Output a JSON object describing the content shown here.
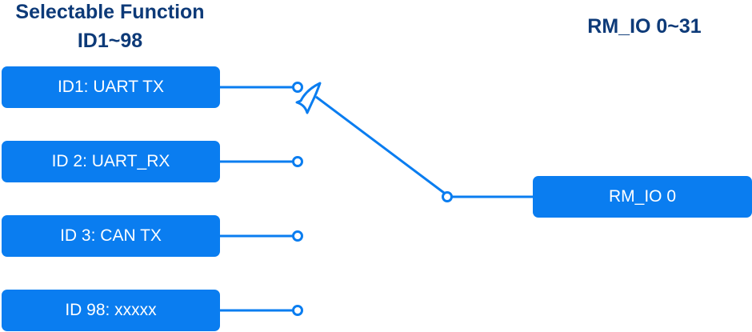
{
  "diagram": {
    "left_heading": {
      "line1": "Selectable Function",
      "line2": "ID1~98"
    },
    "right_heading": "RM_IO 0~31",
    "functions": [
      {
        "label": "ID1: UART TX"
      },
      {
        "label": "ID 2: UART_RX"
      },
      {
        "label": "ID 3: CAN TX"
      },
      {
        "label": "ID 98: xxxxx"
      }
    ],
    "target": {
      "label": "RM_IO 0"
    },
    "selected_function_index": 0,
    "colors": {
      "box_fill": "#0a7df0",
      "box_text": "#ffffff",
      "heading_text": "#0d3a78",
      "connector": "#0a7df0"
    }
  }
}
